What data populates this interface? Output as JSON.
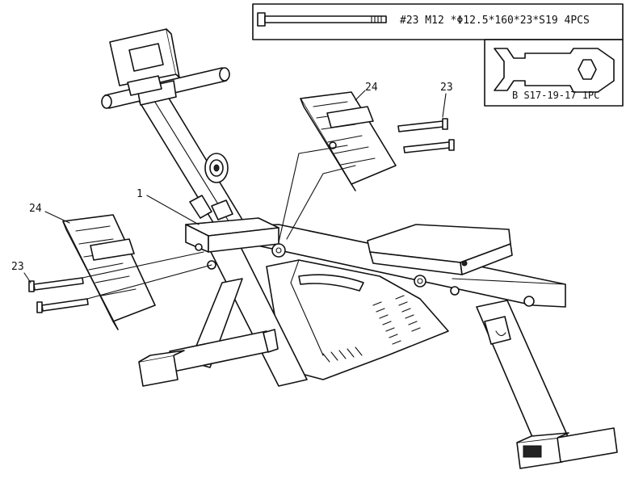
{
  "hardware": {
    "bolt": {
      "spec": "#23 M12 *Φ12.5*160*23*S19 4PCS"
    },
    "wrench": {
      "spec": "B S17-19-17 1PC"
    }
  },
  "callouts": {
    "frame": "1",
    "bolt_right": "23",
    "bolt_left": "23",
    "pedal_right": "24",
    "pedal_left": "24"
  }
}
